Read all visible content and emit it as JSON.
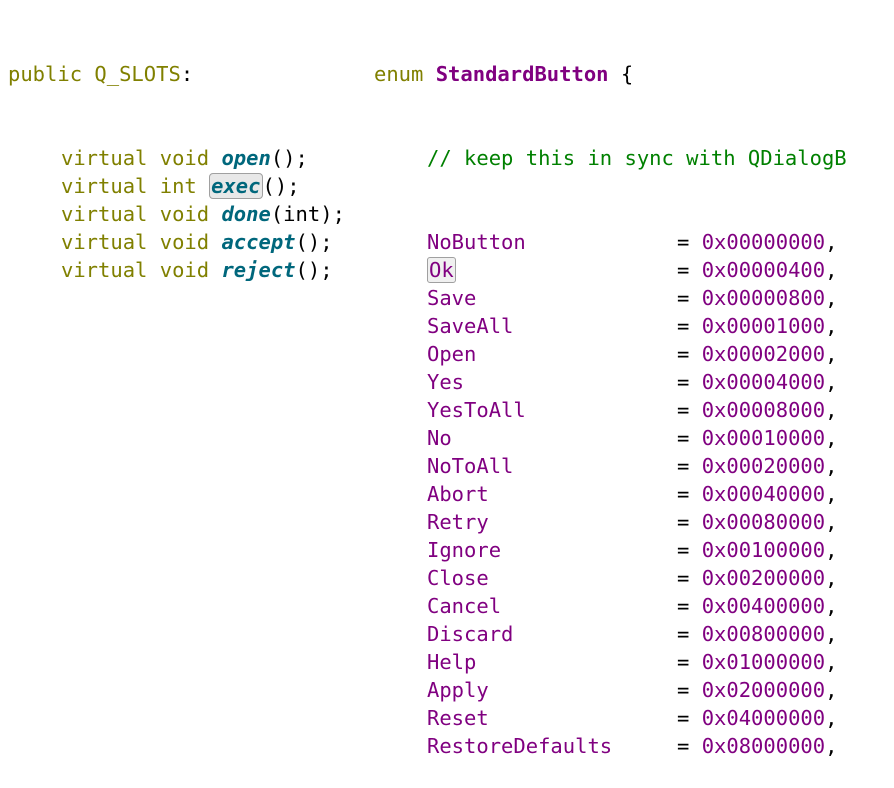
{
  "slots": {
    "header_kw": "public",
    "header_name": "Q_SLOTS",
    "header_colon": ":",
    "items": [
      {
        "mod": "virtual",
        "ret": "void",
        "name": "open",
        "args": "()",
        "end": ";"
      },
      {
        "mod": "virtual",
        "ret": "int",
        "name": "exec",
        "args": "()",
        "end": ";"
      },
      {
        "mod": "virtual",
        "ret": "void",
        "name": "done",
        "args": "(int)",
        "end": ";"
      },
      {
        "mod": "virtual",
        "ret": "void",
        "name": "accept",
        "args": "()",
        "end": ";"
      },
      {
        "mod": "virtual",
        "ret": "void",
        "name": "reject",
        "args": "()",
        "end": ";"
      }
    ]
  },
  "enum_block": {
    "kw": "enum",
    "name": "StandardButton",
    "brace": "{",
    "comment": "// keep this in sync with QDialogB",
    "values": [
      {
        "name": "NoButton",
        "value": "0x00000000"
      },
      {
        "name": "Ok",
        "value": "0x00000400"
      },
      {
        "name": "Save",
        "value": "0x00000800"
      },
      {
        "name": "SaveAll",
        "value": "0x00001000"
      },
      {
        "name": "Open",
        "value": "0x00002000"
      },
      {
        "name": "Yes",
        "value": "0x00004000"
      },
      {
        "name": "YesToAll",
        "value": "0x00008000"
      },
      {
        "name": "No",
        "value": "0x00010000"
      },
      {
        "name": "NoToAll",
        "value": "0x00020000"
      },
      {
        "name": "Abort",
        "value": "0x00040000"
      },
      {
        "name": "Retry",
        "value": "0x00080000"
      },
      {
        "name": "Ignore",
        "value": "0x00100000"
      },
      {
        "name": "Close",
        "value": "0x00200000"
      },
      {
        "name": "Cancel",
        "value": "0x00400000"
      },
      {
        "name": "Discard",
        "value": "0x00800000"
      },
      {
        "name": "Help",
        "value": "0x01000000"
      },
      {
        "name": "Apply",
        "value": "0x02000000"
      },
      {
        "name": "Reset",
        "value": "0x04000000"
      },
      {
        "name": "RestoreDefaults",
        "value": "0x08000000"
      }
    ],
    "equals": "=",
    "comma": ","
  },
  "colors": {
    "keyword": "#808000",
    "function": "#00677c",
    "enum_type": "#800080",
    "enum_value": "#800080",
    "comment": "#008000"
  }
}
